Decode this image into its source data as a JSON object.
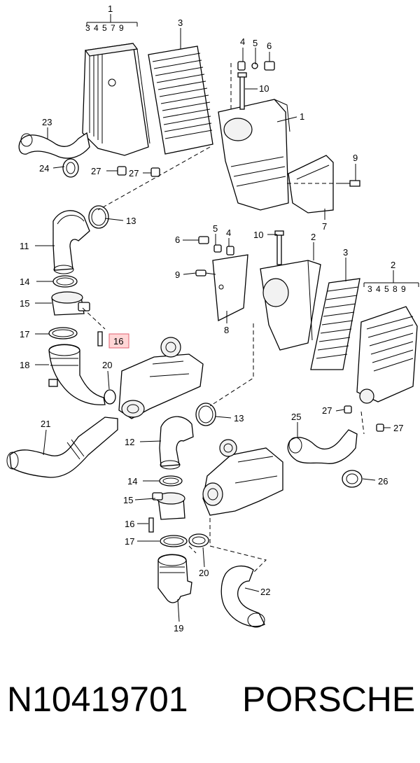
{
  "diagram": {
    "callouts": [
      {
        "id": "c1a",
        "text": "1"
      },
      {
        "id": "c1a_sub",
        "text": "3 4 5 7 9"
      },
      {
        "id": "c3a",
        "text": "3"
      },
      {
        "id": "c4a",
        "text": "4"
      },
      {
        "id": "c5a",
        "text": "5"
      },
      {
        "id": "c6a",
        "text": "6"
      },
      {
        "id": "c10a",
        "text": "10"
      },
      {
        "id": "c1b",
        "text": "1"
      },
      {
        "id": "c23",
        "text": "23"
      },
      {
        "id": "c24",
        "text": "24"
      },
      {
        "id": "c27a",
        "text": "27"
      },
      {
        "id": "c27b",
        "text": "27"
      },
      {
        "id": "c9a",
        "text": "9"
      },
      {
        "id": "c7",
        "text": "7"
      },
      {
        "id": "c13a",
        "text": "13"
      },
      {
        "id": "c11",
        "text": "11"
      },
      {
        "id": "c6b",
        "text": "6"
      },
      {
        "id": "c5b",
        "text": "5"
      },
      {
        "id": "c4b",
        "text": "4"
      },
      {
        "id": "c10b",
        "text": "10"
      },
      {
        "id": "c2a",
        "text": "2"
      },
      {
        "id": "c3b",
        "text": "3"
      },
      {
        "id": "c2b",
        "text": "2"
      },
      {
        "id": "c2b_sub",
        "text": "3 4 5 8 9"
      },
      {
        "id": "c9b",
        "text": "9"
      },
      {
        "id": "c14a",
        "text": "14"
      },
      {
        "id": "c15a",
        "text": "15"
      },
      {
        "id": "c8",
        "text": "8"
      },
      {
        "id": "c17a",
        "text": "17"
      },
      {
        "id": "c16a",
        "text": "16"
      },
      {
        "id": "c18",
        "text": "18"
      },
      {
        "id": "c20a",
        "text": "20"
      },
      {
        "id": "c27c",
        "text": "27"
      },
      {
        "id": "c27d",
        "text": "27"
      },
      {
        "id": "c21",
        "text": "21"
      },
      {
        "id": "c13b",
        "text": "13"
      },
      {
        "id": "c25",
        "text": "25"
      },
      {
        "id": "c12",
        "text": "12"
      },
      {
        "id": "c26",
        "text": "26"
      },
      {
        "id": "c14b",
        "text": "14"
      },
      {
        "id": "c15b",
        "text": "15"
      },
      {
        "id": "c16b",
        "text": "16"
      },
      {
        "id": "c17b",
        "text": "17"
      },
      {
        "id": "c20b",
        "text": "20"
      },
      {
        "id": "c22",
        "text": "22"
      },
      {
        "id": "c19",
        "text": "19"
      }
    ],
    "highlight_color": "#ffd6d6"
  },
  "footer": {
    "part_number": "N10419701",
    "brand": "PORSCHE"
  }
}
